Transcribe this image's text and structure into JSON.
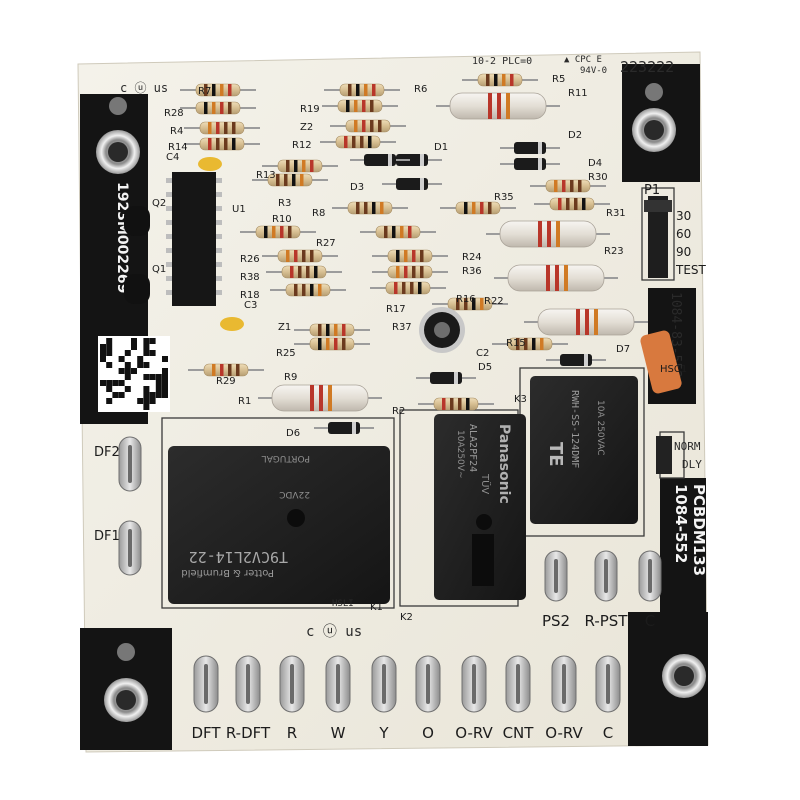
{
  "board": {
    "part_number": "1923M002269",
    "edge_code": "10-2  PLC=0",
    "cert_mark": "▲ CPC E",
    "cert_code": "94V-0",
    "serial": "223222",
    "model_side": "1084-83-552C",
    "model_a": "1084-552",
    "model_b": "PCBDM133",
    "header_label": "P1",
    "header_pins": [
      "30",
      "60",
      "90",
      "TEST"
    ],
    "side_pins": [
      "NORM",
      "DLY"
    ],
    "ul_mark": "c ⓤ us"
  },
  "resistors": [
    {
      "ref": "R7"
    },
    {
      "ref": "R28"
    },
    {
      "ref": "R4"
    },
    {
      "ref": "R14"
    },
    {
      "ref": "R13"
    },
    {
      "ref": "R3"
    },
    {
      "ref": "R10"
    },
    {
      "ref": "R26"
    },
    {
      "ref": "R38"
    },
    {
      "ref": "R18"
    },
    {
      "ref": "R6"
    },
    {
      "ref": "R19"
    },
    {
      "ref": "Z2"
    },
    {
      "ref": "R12"
    },
    {
      "ref": "R8"
    },
    {
      "ref": "R27"
    },
    {
      "ref": "R24"
    },
    {
      "ref": "R36"
    },
    {
      "ref": "R17"
    },
    {
      "ref": "R16"
    },
    {
      "ref": "R5"
    },
    {
      "ref": "R11"
    },
    {
      "ref": "R35"
    },
    {
      "ref": "R30"
    },
    {
      "ref": "R31"
    },
    {
      "ref": "R23"
    },
    {
      "ref": "R22"
    },
    {
      "ref": "R15"
    },
    {
      "ref": "R25"
    },
    {
      "ref": "R37"
    },
    {
      "ref": "R29"
    },
    {
      "ref": "R9"
    },
    {
      "ref": "R1"
    },
    {
      "ref": "R2"
    }
  ],
  "others": [
    {
      "ref": "C4"
    },
    {
      "ref": "U1"
    },
    {
      "ref": "Q2"
    },
    {
      "ref": "Q1"
    },
    {
      "ref": "C3"
    },
    {
      "ref": "Z1"
    },
    {
      "ref": "D1"
    },
    {
      "ref": "D2"
    },
    {
      "ref": "D3"
    },
    {
      "ref": "D4"
    },
    {
      "ref": "C2"
    },
    {
      "ref": "D5"
    },
    {
      "ref": "D6"
    },
    {
      "ref": "D7"
    },
    {
      "ref": "HSC1"
    },
    {
      "ref": "K1"
    },
    {
      "ref": "K2"
    },
    {
      "ref": "K3"
    }
  ],
  "relays": {
    "k1": {
      "brand": "Potter & Brumfield",
      "model": "T9CV2L14-22",
      "note": "22VDC",
      "made": "PORTUGAL",
      "ref": "HSLI"
    },
    "k2": {
      "brand": "Panasonic",
      "model": "ALA2PF24",
      "rating": "10A250V~",
      "mark": "TÜV"
    },
    "k3": {
      "brand": "TE",
      "model": "RWH-SS-124DMF",
      "rating": "10A 250VAC"
    }
  },
  "terminals_side": [
    "DF2",
    "DF1"
  ],
  "terminals_top": [
    "PS2",
    "R-PST",
    "C"
  ],
  "terminals_bottom": [
    "DFT",
    "R-DFT",
    "R",
    "W",
    "Y",
    "O",
    "O-RV",
    "CNT",
    "O-RV",
    "C"
  ],
  "colors": {
    "board": "#f1efe6",
    "black_mask": "#141414",
    "relay": "#202020",
    "resistor_body": "#d9c39a",
    "power_resistor": "#e6e2da",
    "stripe_red": "#b8362a",
    "stripe_brown": "#6b3a1e",
    "stripe_orange": "#d07a24"
  }
}
